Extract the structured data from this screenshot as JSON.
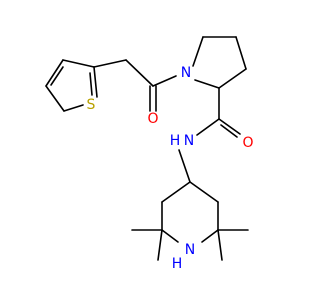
{
  "colors": {
    "background": "#ffffff",
    "bond": "#000000",
    "oxygen": "#ff0000",
    "nitrogen": "#0000ff",
    "sulfur": "#b8a100"
  },
  "atoms": {
    "thiophene_S": "S",
    "amide_O_top": "O",
    "ring_N": "N",
    "amide_O_right": "O",
    "amide_NH": "N",
    "amide_NH_H": "H",
    "piperidine_N": "N",
    "piperidine_NH_H": "H"
  }
}
